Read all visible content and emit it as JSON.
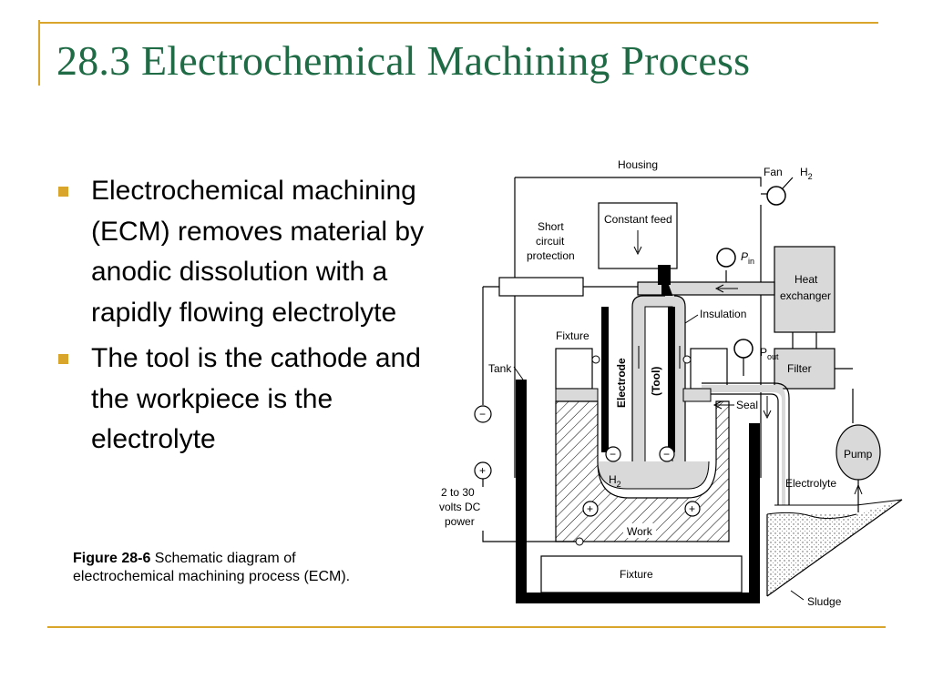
{
  "slide": {
    "title": "28.3 Electrochemical Machining Process",
    "bullets": [
      "Electrochemical machining (ECM) removes material by anodic dissolution with a rapidly flowing electrolyte",
      "The tool is the cathode and the workpiece is the electrolyte"
    ],
    "caption": {
      "figure_label": "Figure 28-6",
      "text": " Schematic diagram of electrochemical machining process (ECM)."
    },
    "accent_color": "#d9a52a",
    "title_color": "#1f6b45"
  },
  "diagram": {
    "labels": {
      "housing": "Housing",
      "fan": "Fan",
      "h2_top": "H",
      "h2_top_sub": "2",
      "constant_feed": "Constant feed",
      "short_circuit_1": "Short",
      "short_circuit_2": "circuit",
      "short_circuit_3": "protection",
      "p_in": "P",
      "p_in_sub": "in",
      "heat_exchanger_1": "Heat",
      "heat_exchanger_2": "exchanger",
      "insulation": "Insulation",
      "fixture_top": "Fixture",
      "tank": "Tank",
      "electrode": "Electrode",
      "tool": "(Tool)",
      "p_out": "P",
      "p_out_sub": "out",
      "filter": "Filter",
      "seal": "Seal",
      "pump": "Pump",
      "electrolyte": "Electrolyte",
      "h2_bottom": "H",
      "h2_bottom_sub": "2",
      "voltage_1": "2 to 30",
      "voltage_2": "volts DC",
      "voltage_3": "power",
      "work": "Work",
      "fixture_bottom": "Fixture",
      "sludge": "Sludge",
      "minus": "−",
      "plus": "+"
    }
  }
}
